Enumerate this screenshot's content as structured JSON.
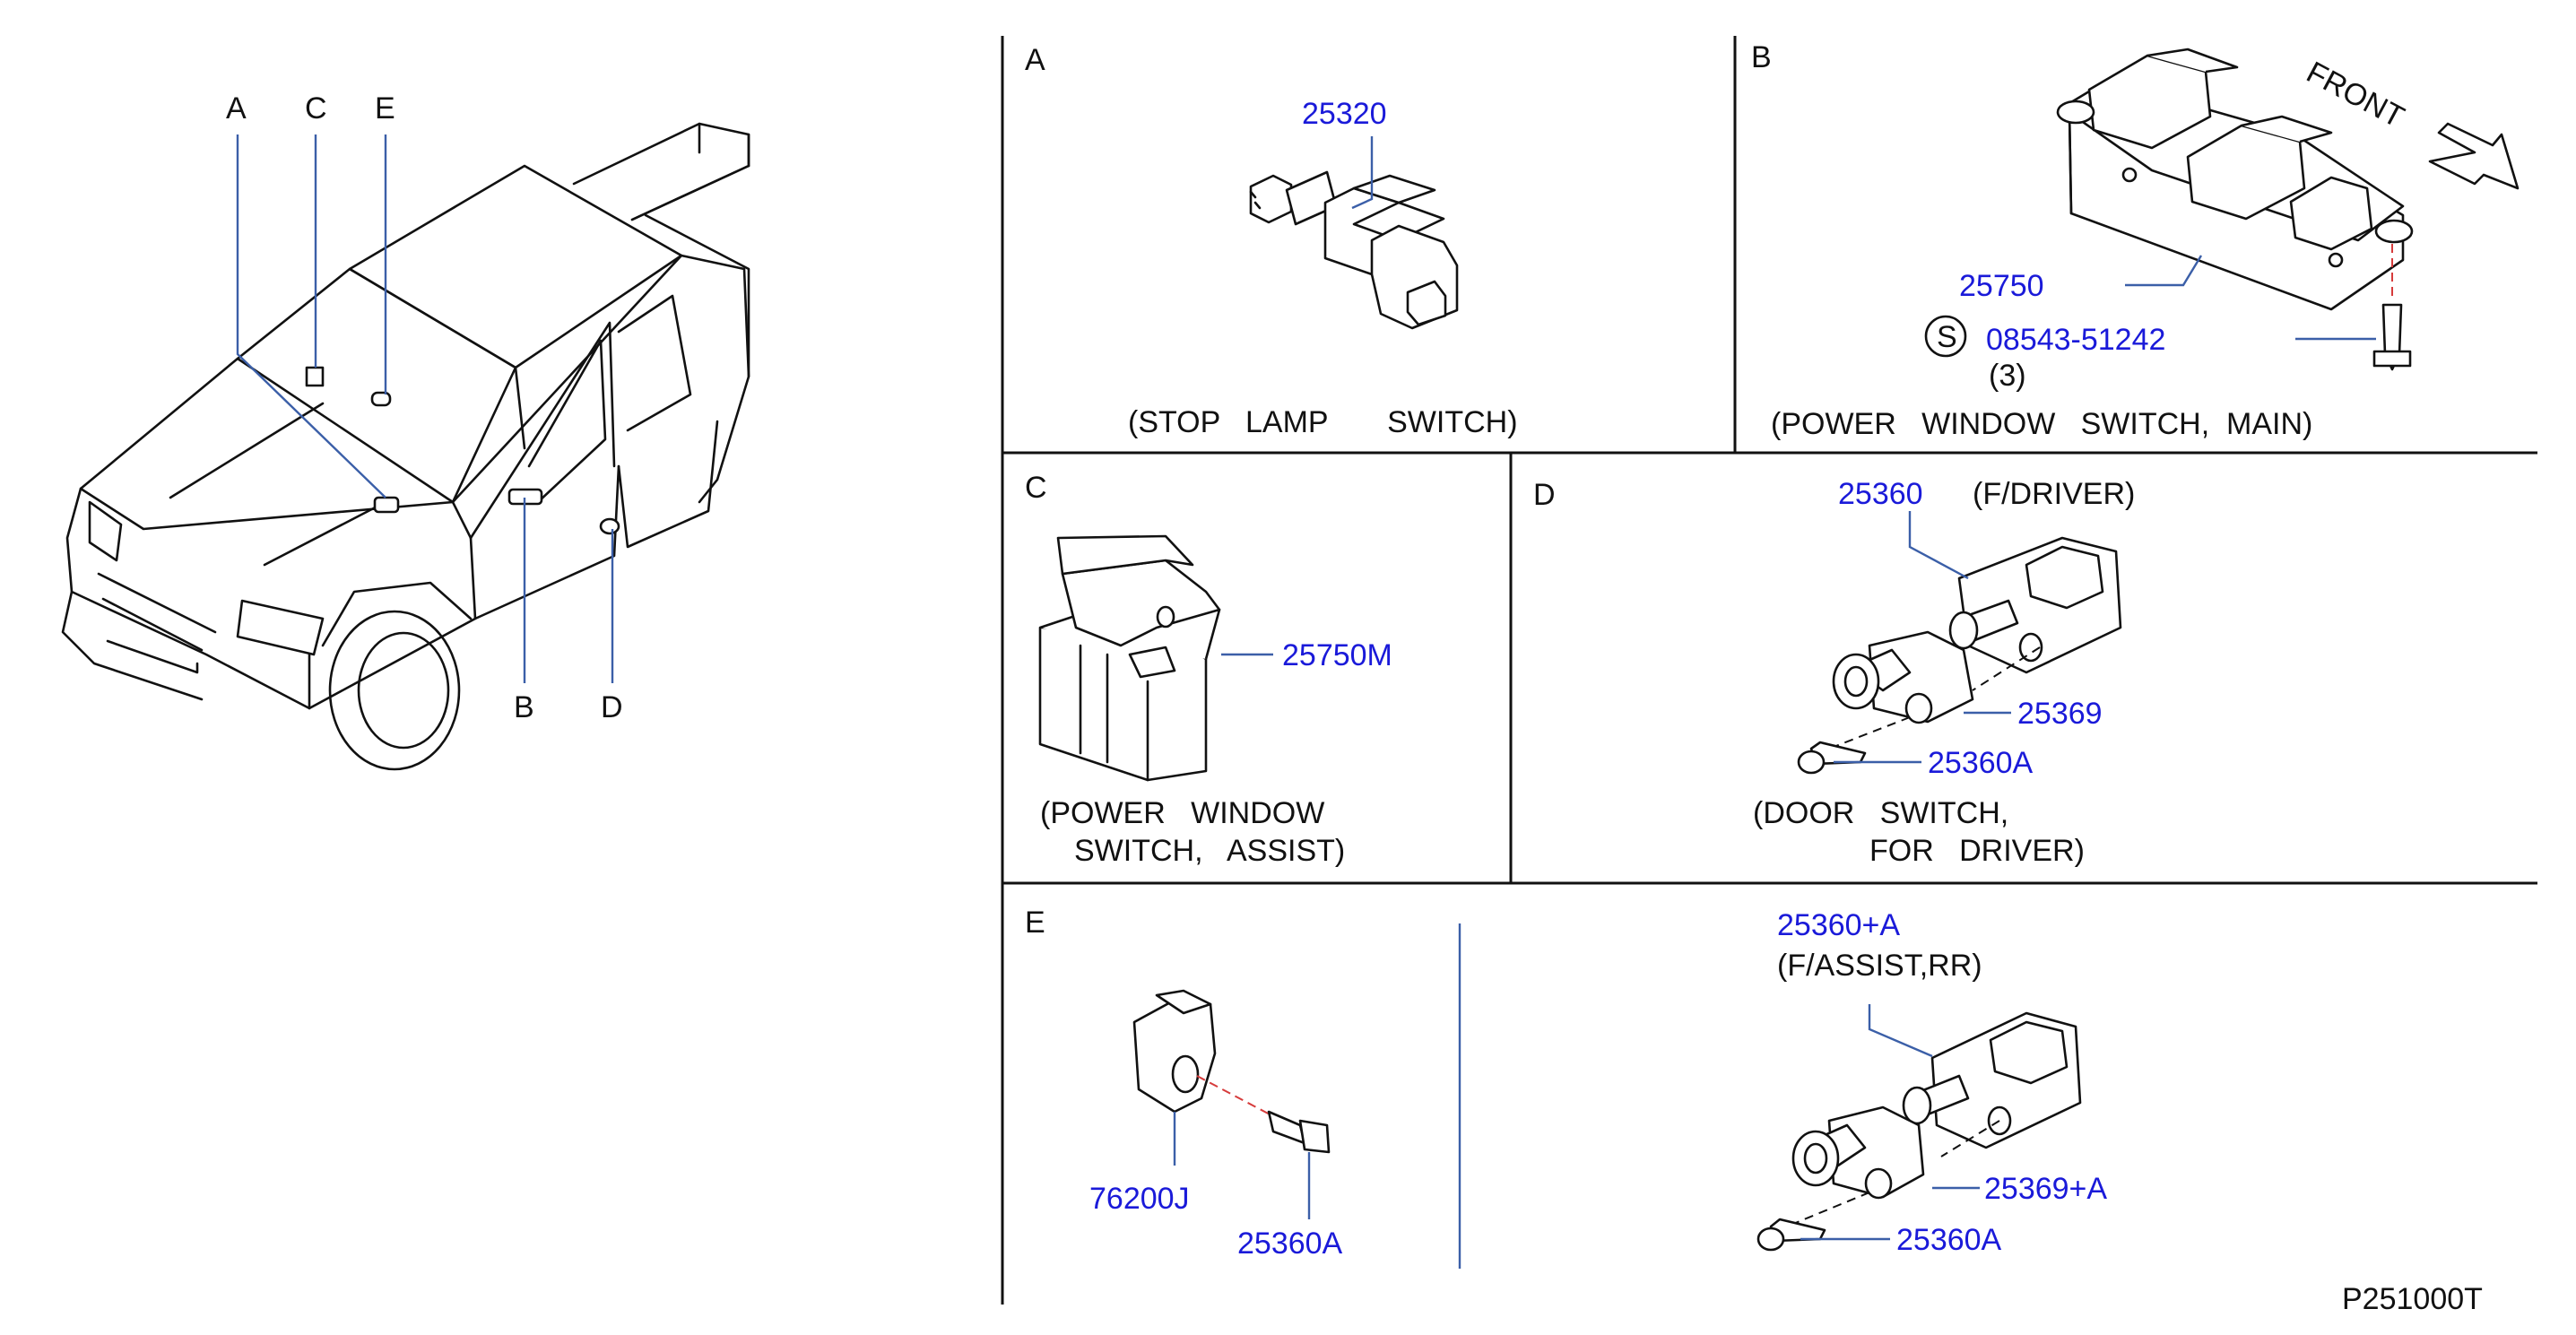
{
  "vehicle_callouts": [
    "A",
    "C",
    "E",
    "B",
    "D"
  ],
  "panels": {
    "A": {
      "label": "A",
      "part": "25320",
      "caption": "(STOP   LAMP       SWITCH)"
    },
    "B": {
      "label": "B",
      "part_main": "25750",
      "screw_mark": "S",
      "screw_part": "08543-51242",
      "screw_qty": "(3)",
      "front_text": "FRONT",
      "caption": "(POWER   WINDOW   SWITCH,  MAIN)"
    },
    "C": {
      "label": "C",
      "part": "25750M",
      "caption_line1": "(POWER   WINDOW",
      "caption_line2": "SWITCH,   ASSIST)"
    },
    "D": {
      "label": "D",
      "part_switch": "25360",
      "position_note": "(F/DRIVER)",
      "part_bracket": "25369",
      "part_screw": "25360A",
      "caption_line1": "(DOOR   SWITCH,",
      "caption_line2": "FOR   DRIVER)"
    },
    "E": {
      "label": "E",
      "part_sensor": "76200J",
      "part_screw": "25360A",
      "part_switch": "25360+A",
      "position_note": "(F/ASSIST,RR)",
      "part_bracket": "25369+A",
      "part_screw2": "25360A"
    }
  },
  "diagram_code": "P251000T",
  "colors": {
    "part_number": "#1a1ad9",
    "leader": "#3b5fa8",
    "center_line": "#d63b3b",
    "line": "#111111"
  }
}
